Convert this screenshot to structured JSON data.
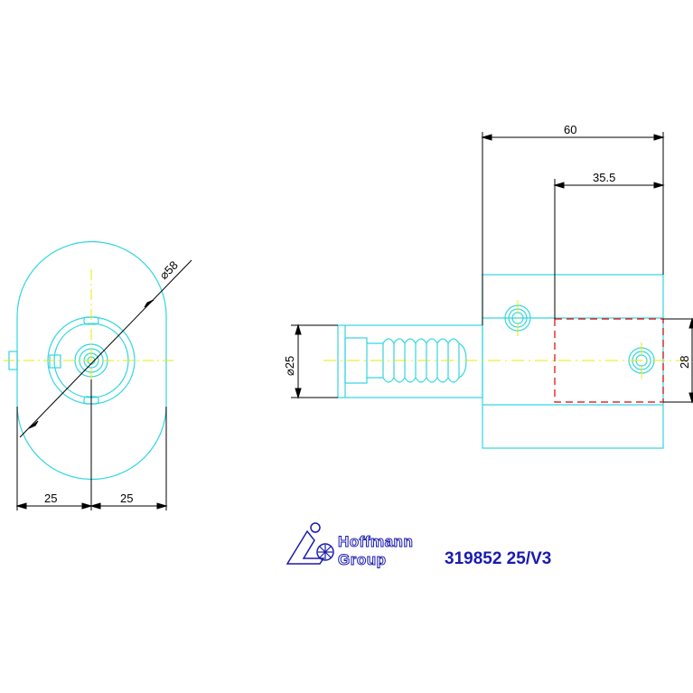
{
  "dimensions": {
    "diameter_body": "⌀58",
    "half_width_left": "25",
    "half_width_right": "25",
    "overall_length": "60",
    "offset_length": "35.5",
    "shank_diameter": "⌀25",
    "height": "28"
  },
  "logo": {
    "line1": "Hoffmann",
    "line2": "Group"
  },
  "part_number": "319852 25/V3",
  "colors": {
    "outline": "#33d6e0",
    "centerline": "#e8e800",
    "dimension": "#000000",
    "hidden": "#e00000",
    "brand": "#1a1ab0"
  }
}
